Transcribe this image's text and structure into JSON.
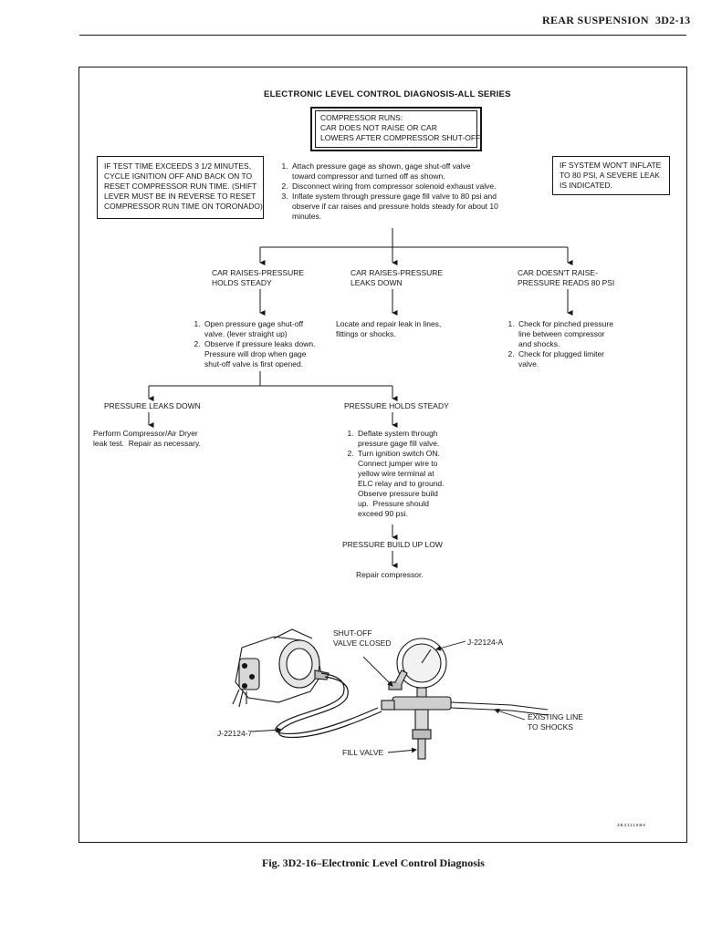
{
  "page_header": {
    "section": "REAR SUSPENSION",
    "page": "3D2-13"
  },
  "chart": {
    "title": "ELECTRONIC LEVEL CONTROL DIAGNOSIS-ALL SERIES",
    "start_box": "COMPRESSOR RUNS:\nCAR DOES NOT RAISE OR CAR\nLOWERS AFTER COMPRESSOR SHUT-OFF",
    "left_note": "IF TEST TIME EXCEEDS 3 1/2 MINUTES,\nCYCLE IGNITION OFF AND BACK ON TO\nRESET COMPRESSOR RUN TIME. (SHIFT\nLEVER MUST BE IN REVERSE TO RESET\nCOMPRESSOR RUN TIME ON TORONADO)",
    "right_note": "IF SYSTEM WON'T INFLATE\nTO 80 PSI, A SEVERE LEAK\nIS INDICATED.",
    "initial_steps": [
      "Attach pressure gage as shown, gage shut-off valve\ntoward compressor and turned off as shown.",
      "Disconnect wiring from compressor solenoid exhaust valve.",
      "Inflate system through pressure gage fill valve to 80 psi and\nobserve if car raises and pressure holds steady for about 10\nminutes."
    ],
    "branch_holds": {
      "label": "CAR RAISES-PRESSURE\nHOLDS STEADY",
      "steps": [
        "Open pressure gage shut-off\nvalve. (lever straight up)",
        "Observe if pressure leaks down.\nPressure will drop when gage\nshut-off valve is first opened."
      ]
    },
    "branch_leaks": {
      "label": "CAR RAISES-PRESSURE\nLEAKS DOWN",
      "action": "Locate and repair leak in lines,\nfittings or shocks."
    },
    "branch_no_raise": {
      "label": "CAR DOESN'T RAISE-\nPRESSURE READS 80 PSI",
      "steps": [
        "Check for pinched pressure\nline between compressor\nand shocks.",
        "Check for plugged limiter\nvalve."
      ]
    },
    "sub_leaks": {
      "label": "PRESSURE LEAKS DOWN",
      "action": "Perform Compressor/Air Dryer\nleak test.  Repair as necessary."
    },
    "sub_steady": {
      "label": "PRESSURE HOLDS STEADY",
      "steps": [
        "Deflate system through\npressure gage fill valve.",
        "Turn ignition switch ON.\nConnect jumper wire to\nyellow wire terminal at\nELC relay and to ground.\nObserve pressure build\nup.  Pressure should\nexceed 90 psi."
      ],
      "result_label": "PRESSURE BUILD UP LOW",
      "result_action": "Repair compressor."
    }
  },
  "illustration": {
    "labels": {
      "shutoff": "SHUT-OFF\nVALVE CLOSED",
      "gage_tool": "J-22124-A",
      "hose_tool": "J-22124-7",
      "existing_line": "EXISTING LINE\nTO SHOCKS",
      "fill_valve": "FILL VALVE"
    },
    "image_code": "3B31116B6"
  },
  "figure_caption": "Fig. 3D2-16–Electronic Level Control Diagnosis"
}
